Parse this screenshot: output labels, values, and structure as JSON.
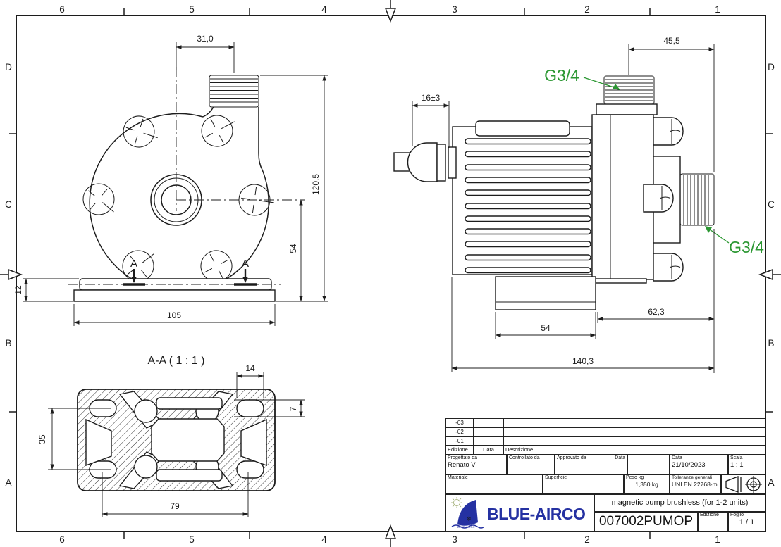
{
  "frame": {
    "cols": [
      "6",
      "5",
      "4",
      "3",
      "2",
      "1"
    ],
    "rows": [
      "D",
      "C",
      "B",
      "A"
    ]
  },
  "front": {
    "dim_offset": "31,0",
    "dim_height": "120,5",
    "dim_center": "54",
    "dim_base": "12",
    "dim_width": "105",
    "marker": "A"
  },
  "side": {
    "dim_gland": "16±3",
    "dim_top_port": "45,5",
    "dim_base": "54",
    "dim_overhang": "62,3",
    "dim_length": "140,3",
    "thread_top": "G3/4",
    "thread_side": "G3/4"
  },
  "section": {
    "title": "A-A ( 1 : 1 )",
    "dim_w": "14",
    "dim_h": "7",
    "dim_v": "35",
    "dim_hspan": "79"
  },
  "tb": {
    "rev": [
      "-03",
      "-02",
      "-01"
    ],
    "rev_edition": "Edizione",
    "rev_date": "Data",
    "rev_desc": "Descrizione",
    "designed": "Progettato da",
    "designed_v": "Renato V",
    "checked": "Controllato da",
    "approved": "Approvato da",
    "approved_date": "Data",
    "date": "Data",
    "date_v": "21/10/2023",
    "scale": "Scala",
    "scale_v": "1 : 1",
    "material": "Materiale",
    "surface": "Superficie",
    "weight": "Peso kg",
    "weight_v": "1,350 kg",
    "tol": "Tolleranze generali",
    "tol_v": "UNI EN 22768-m",
    "company": "BLUE-AIRCO",
    "logo_caption": "BLUE-AIRCO",
    "desc": "magnetic pump brushless (for 1-2 units)",
    "part": "007002PUMOP",
    "edition": "Edizione",
    "sheet": "Foglio",
    "sheet_v": "1 / 1"
  },
  "colors": {
    "ink": "#1c1c1c",
    "green": "#2b9732",
    "logo_blue": "#2531a2"
  }
}
